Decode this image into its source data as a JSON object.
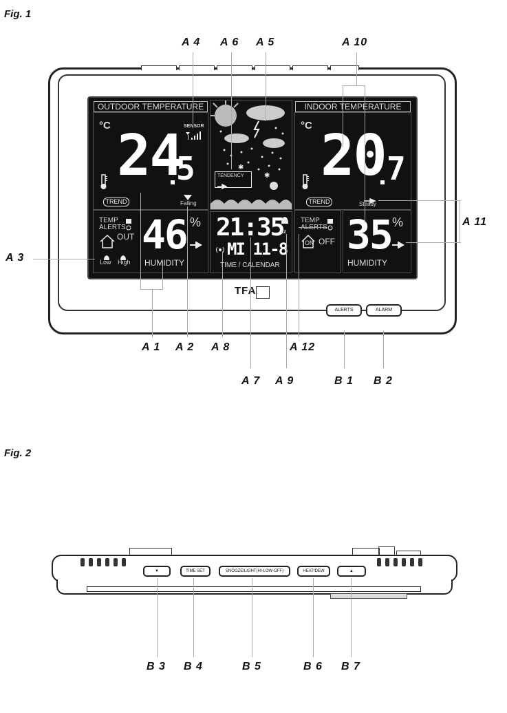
{
  "fig1": {
    "title": "Fig. 1",
    "outdoor_header": "OUTDOOR TEMPERATURE",
    "indoor_header": "INDOOR TEMPERATURE",
    "unit_c": "°C",
    "sensor_label": "SENSOR",
    "outdoor_temp": "24.5",
    "outdoor_temp_int": "24",
    "outdoor_temp_dec": "5",
    "falling_label": "Falling",
    "trend_label": "TREND",
    "temp_alerts_label": "TEMP ALERTS",
    "out_label": "OUT",
    "low_label": "Low",
    "high_label": "High",
    "outdoor_humidity": "46",
    "percent": "%",
    "humidity_label": "HUMIDITY",
    "tendency_label": "TENDENCY",
    "time": "21:35",
    "calendar": "MI 11-8",
    "time_calendar_label": "TIME / CALENDAR",
    "indoor_temp_int": "20",
    "indoor_temp_dec": "7",
    "steady_label": "Steady",
    "on_label": "ON",
    "off_label": "OFF",
    "indoor_humidity": "35",
    "brand": "TFA",
    "alerts_button": "ALERTS",
    "alarm_button": "ALARM",
    "callouts": {
      "a1": "A 1",
      "a2": "A 2",
      "a3": "A 3",
      "a4": "A 4",
      "a5": "A 5",
      "a6": "A 6",
      "a7": "A 7",
      "a8": "A 8",
      "a9": "A 9",
      "a10": "A 10",
      "a11": "A 11",
      "a12": "A 12",
      "b1": "B 1",
      "b2": "B 2"
    }
  },
  "fig2": {
    "title": "Fig. 2",
    "buttons": {
      "down": "▼",
      "time_set": "TIME SET",
      "snooze": "SNOOZE/LIGHT(HI-LOW-OFF)",
      "heat_dew": "HEAT/DEW",
      "up": "▲"
    },
    "callouts": {
      "b3": "B 3",
      "b4": "B 4",
      "b5": "B 5",
      "b6": "B 6",
      "b7": "B 7"
    }
  }
}
